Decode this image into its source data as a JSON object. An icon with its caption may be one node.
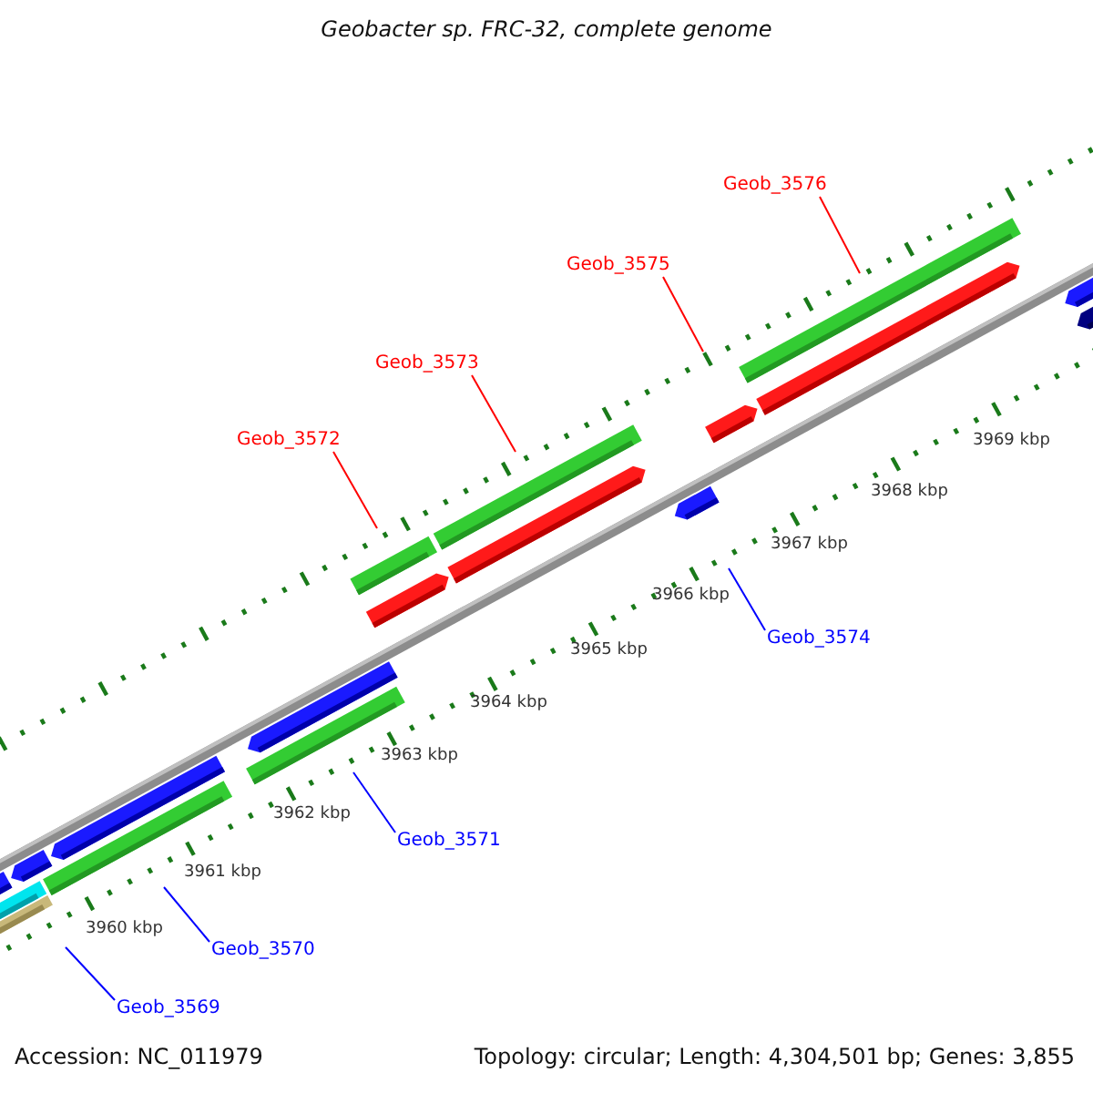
{
  "diagram": {
    "title": "Geobacter sp. FRC-32, complete genome",
    "nodes": [
      {
        "text": [
          "Geob_3576"
        ]
      },
      {
        "text": [
          "Geob_3575"
        ]
      },
      {
        "text": [
          "Geob_3573"
        ]
      },
      {
        "text": [
          "Geob_3572"
        ]
      },
      {
        "text": [
          "Geob_3574"
        ]
      },
      {
        "text": [
          "Geob_3571"
        ]
      },
      {
        "text": [
          "Geob_3570"
        ]
      },
      {
        "text": [
          "Geob_3569"
        ]
      }
    ],
    "edges": [
      {
        "from": 0,
        "to": null,
        "arrow": "none",
        "color": "#ff0000"
      },
      {
        "from": 1,
        "to": null,
        "arrow": "none",
        "color": "#ff0000"
      },
      {
        "from": 2,
        "to": null,
        "arrow": "none",
        "color": "#ff0000"
      },
      {
        "from": 3,
        "to": null,
        "arrow": "none",
        "color": "#ff0000"
      },
      {
        "from": 4,
        "to": null,
        "arrow": "none",
        "color": "#0000ff"
      },
      {
        "from": 5,
        "to": null,
        "arrow": "none",
        "color": "#0000ff"
      },
      {
        "from": 6,
        "to": null,
        "arrow": "none",
        "color": "#0000ff"
      },
      {
        "from": 7,
        "to": null,
        "arrow": "none",
        "color": "#0000ff"
      }
    ],
    "labels": [
      "3969 kbp",
      "3968 kbp",
      "3967 kbp",
      "3966 kbp",
      "3965 kbp",
      "3964 kbp",
      "3963 kbp",
      "3962 kbp",
      "3961 kbp",
      "3960 kbp",
      "Accession: NC_011979",
      "Topology: circular; Length: 4,304,501 bp; Genes: 3,855"
    ]
  }
}
